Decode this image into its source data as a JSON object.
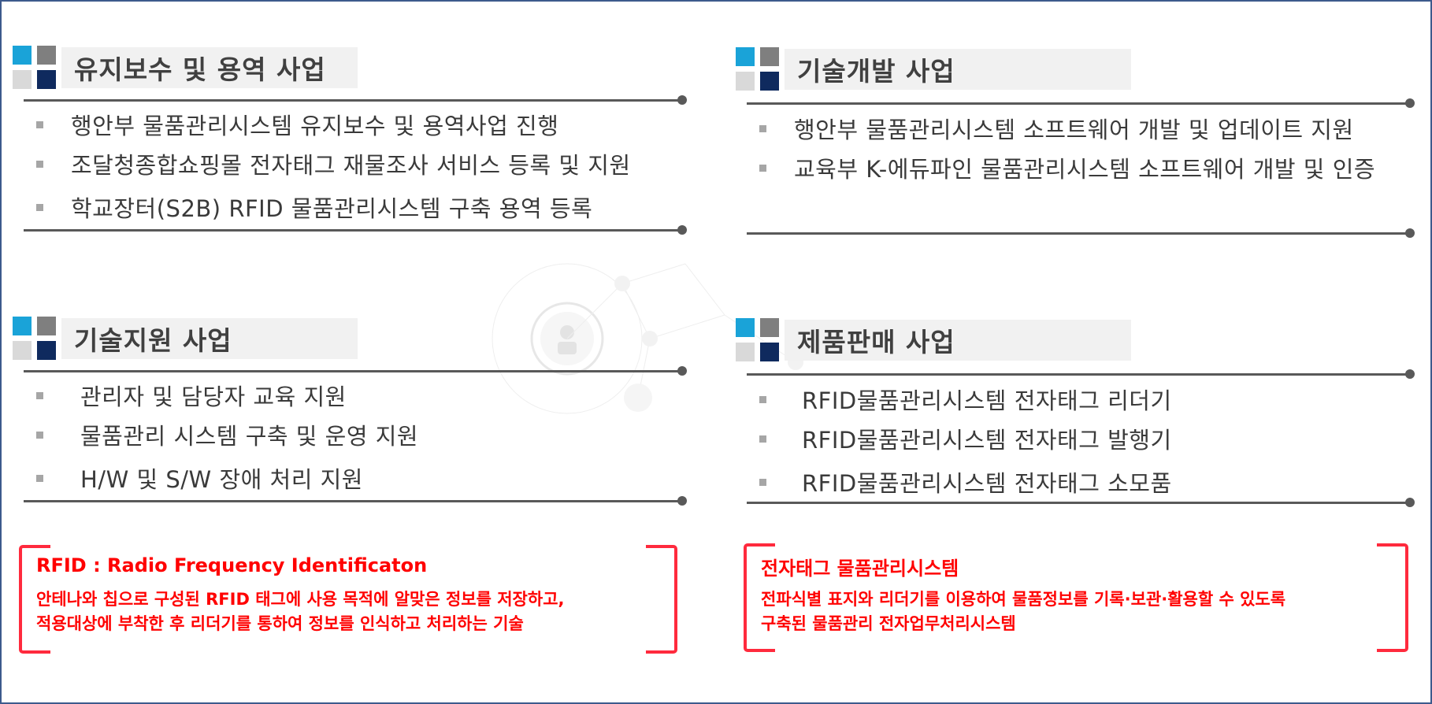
{
  "sections": [
    {
      "title": "유지보수 및 용역 사업",
      "items": [
        "행안부 물품관리시스템 유지보수 및 용역사업 진행",
        "조달청종합쇼핑몰 전자태그 재물조사 서비스 등록 및 지원",
        "학교장터(S2B) RFID 물품관리시스템 구축 용역 등록"
      ]
    },
    {
      "title": "기술개발 사업",
      "items": [
        "행안부 물품관리시스템 소프트웨어 개발 및 업데이트 지원",
        "교육부 K-에듀파인 물품관리시스템 소프트웨어 개발 및 인증"
      ]
    },
    {
      "title": "기술지원 사업",
      "items": [
        "관리자 및 담당자 교육 지원",
        "물품관리 시스템 구축 및 운영 지원",
        "H/W 및 S/W 장애 처리 지원"
      ]
    },
    {
      "title": "제품판매 사업",
      "items": [
        "RFID물품관리시스템 전자태그 리더기",
        "RFID물품관리시스템 전자태그 발행기",
        "RFID물품관리시스템 전자태그 소모품"
      ]
    }
  ],
  "notes": [
    {
      "title": "RFID : Radio Frequency Identificaton",
      "lines": [
        "안테나와 칩으로 구성된 RFID 태그에 사용 목적에 알맞은 정보를 저장하고,",
        "적용대상에 부착한 후 리더기를 통하여 정보를 인식하고 처리하는 기술"
      ]
    },
    {
      "title": "전자태그 물품관리시스템",
      "lines": [
        "전파식별 표지와 리더기를 이용하여 물품정보를 기록·보관·활용할 수 있도록",
        "구축된 물품관리 전자업무처리시스템"
      ]
    }
  ],
  "colors": {
    "accent_blue": "#1aa3d8",
    "navy": "#0f2a5e",
    "gray": "#7f7f7f",
    "note_red": "#ff0000"
  }
}
